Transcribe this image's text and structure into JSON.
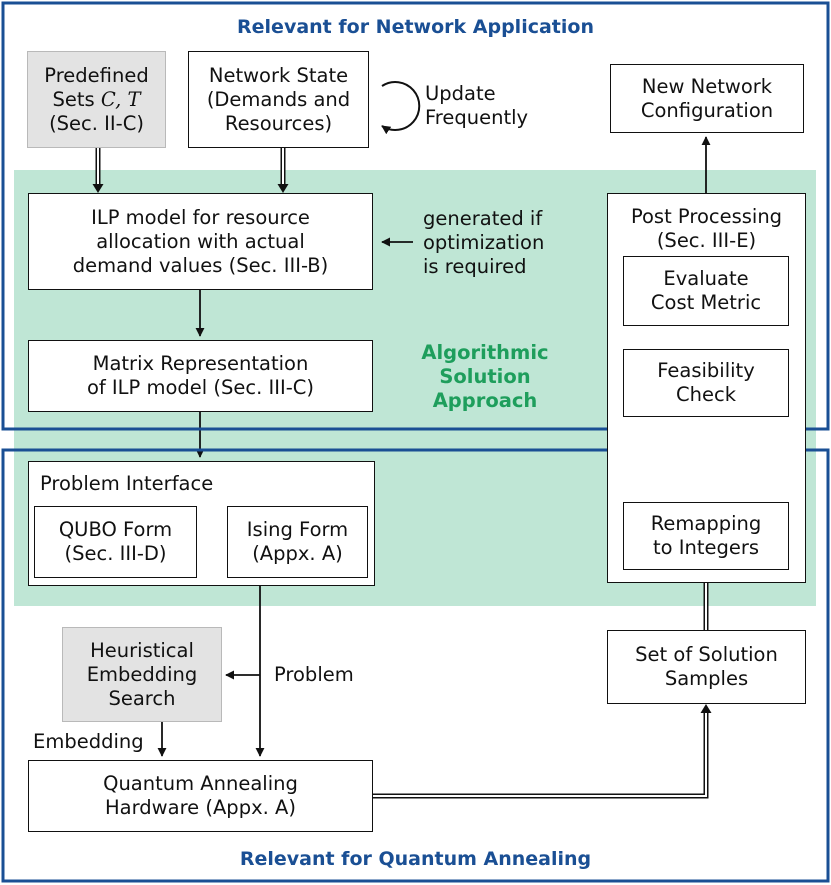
{
  "regions": {
    "top_title": "Relevant for Network Application",
    "bottom_title": "Relevant for Quantum Annealing",
    "algorithmic": [
      "Algorithmic",
      "Solution",
      "Approach"
    ]
  },
  "colors": {
    "region_border": "#1a4f94",
    "green_area": "#bfe6d5",
    "algorithmic_text": "#1e9e5c",
    "gray_box": "#e3e3e3"
  },
  "boxes": {
    "predefined_sets": {
      "lines": [
        "Predefined",
        "Sets",
        "(Sec. II-C)"
      ],
      "math": "C, T"
    },
    "network_state": {
      "lines": [
        "Network State",
        "(Demands and",
        "Resources)"
      ]
    },
    "new_config": {
      "lines": [
        "New Network",
        "Configuration"
      ]
    },
    "ilp_model": {
      "lines": [
        "ILP model for resource",
        "allocation with actual",
        "demand values (Sec. III-B)"
      ]
    },
    "matrix_repr": {
      "lines": [
        "Matrix Representation",
        "of ILP model (Sec. III-C)"
      ]
    },
    "post_processing": {
      "lines": [
        "Post Processing",
        "(Sec. III-E)"
      ]
    },
    "evaluate_cost": {
      "lines": [
        "Evaluate",
        "Cost Metric"
      ]
    },
    "feasibility": {
      "lines": [
        "Feasibility",
        "Check"
      ]
    },
    "problem_interface": {
      "title": "Problem Interface"
    },
    "qubo": {
      "lines": [
        "QUBO Form",
        "(Sec. III-D)"
      ]
    },
    "ising": {
      "lines": [
        "Ising Form",
        "(Appx. A)"
      ]
    },
    "remapping": {
      "lines": [
        "Remapping",
        "to Integers"
      ]
    },
    "heuristic": {
      "lines": [
        "Heuristical",
        "Embedding",
        "Search"
      ]
    },
    "solution_samples": {
      "lines": [
        "Set of Solution",
        "Samples"
      ]
    },
    "quantum_hw": {
      "lines": [
        "Quantum Annealing",
        "Hardware (Appx. A)"
      ]
    }
  },
  "annotations": {
    "update": [
      "Update",
      "Frequently"
    ],
    "generated": [
      "generated if",
      "optimization",
      "is required"
    ],
    "problem": "Problem",
    "embedding": "Embedding"
  }
}
